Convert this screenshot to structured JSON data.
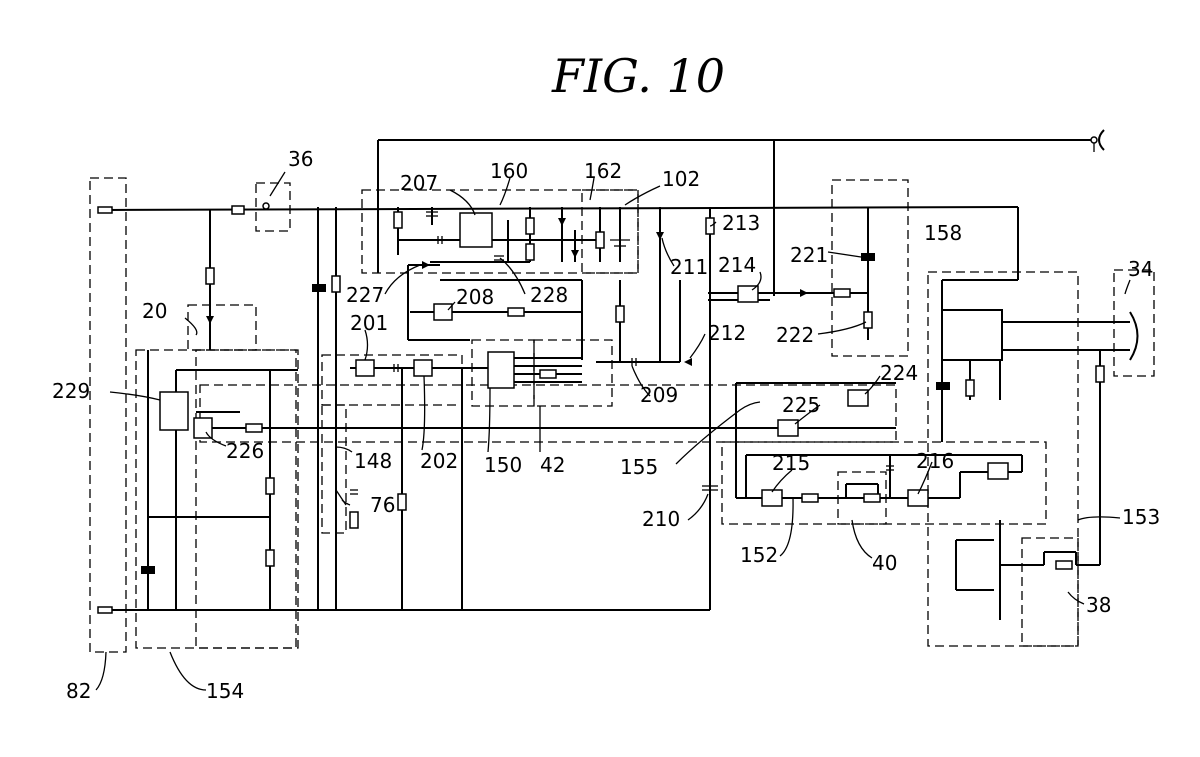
{
  "figure": {
    "title": "FIG. 10",
    "labels": {
      "l36": "36",
      "l207": "207",
      "l160": "160",
      "l162": "162",
      "l102": "102",
      "l213": "213",
      "l221": "221",
      "l158": "158",
      "l214": "214",
      "l211": "211",
      "l227": "227",
      "l228": "228",
      "l208": "208",
      "l20": "20",
      "l201": "201",
      "l212": "212",
      "l222": "222",
      "l34": "34",
      "l229": "229",
      "l209": "209",
      "l224": "224",
      "l225": "225",
      "l226": "226",
      "l148": "148",
      "l202": "202",
      "l150": "150",
      "l42": "42",
      "l155": "155",
      "l215": "215",
      "l216": "216",
      "l76": "76",
      "l210": "210",
      "l153": "153",
      "l152": "152",
      "l40": "40",
      "l38": "38",
      "l82": "82",
      "l154": "154"
    }
  }
}
